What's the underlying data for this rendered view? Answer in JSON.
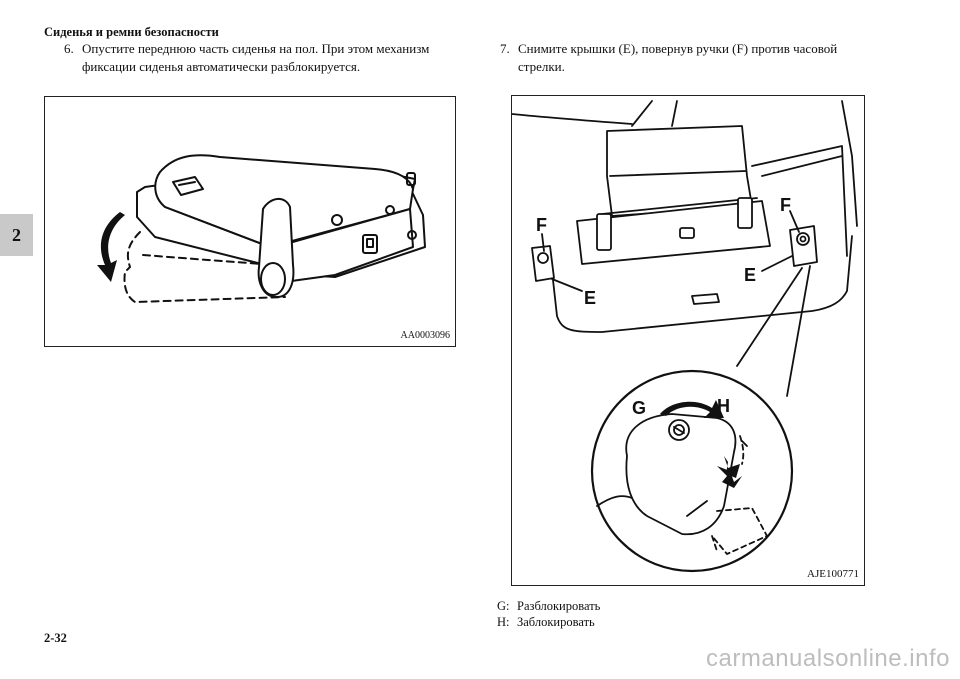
{
  "header": {
    "title": "Сиденья и ремни безопасности"
  },
  "chapter_tab": "2",
  "steps": [
    {
      "number": "6.",
      "text": "Опустите переднюю часть сиденья на пол. При этом механизм фиксации сиденья автоматически разблокируется."
    },
    {
      "number": "7.",
      "text": "Снимите крышки (E), повернув ручки (F) против часовой стрелки."
    }
  ],
  "figures": [
    {
      "code": "AA0003096"
    },
    {
      "code": "AJE100771",
      "callouts": {
        "F1": "F",
        "F2": "F",
        "E1": "E",
        "E2": "E",
        "G": "G",
        "H": "H"
      }
    }
  ],
  "legend": [
    {
      "key": "G:",
      "text": "Разблокировать"
    },
    {
      "key": "H:",
      "text": "Заблокировать"
    }
  ],
  "page_number": "2-32",
  "watermark": "carmanualsonline.info"
}
